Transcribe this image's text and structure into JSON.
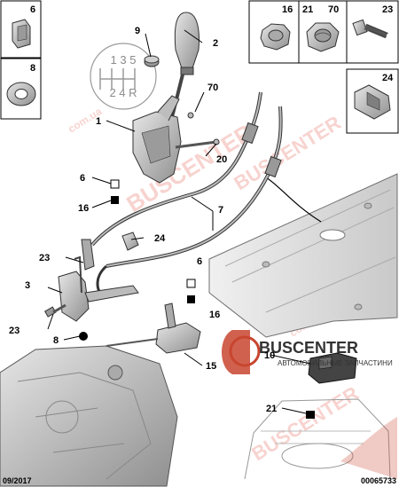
{
  "callouts": {
    "n1": "1",
    "n2": "2",
    "n3": "3",
    "n6a": "6",
    "n6b": "6",
    "n7": "7",
    "n8": "8",
    "n9": "9",
    "n10": "10",
    "n15": "15",
    "n16a": "16",
    "n16b": "16",
    "n20": "20",
    "n21": "21",
    "n23a": "23",
    "n23b": "23",
    "n24": "24",
    "n70": "70"
  },
  "side_panels": {
    "p6": "6",
    "p8": "8",
    "p16": "16",
    "p21": "21",
    "p70": "70",
    "p23": "23",
    "p24": "24"
  },
  "gear_pattern": {
    "top": "1 3 5",
    "bottom": "2 4 R"
  },
  "footer": {
    "date": "09/2017",
    "code": "00065733"
  },
  "logo": {
    "main": "BUSCENTER",
    "sub": "АВТОМОБИЛЬНЫЕ ЗАПЧАСТИНИ"
  },
  "watermark": {
    "text": "BUSCENTER",
    "domain": "com.ua"
  },
  "colors": {
    "line": "#000000",
    "part_fill": "#c8c8c8",
    "part_dark": "#8c8c8c",
    "watermark": "#e8786c"
  }
}
